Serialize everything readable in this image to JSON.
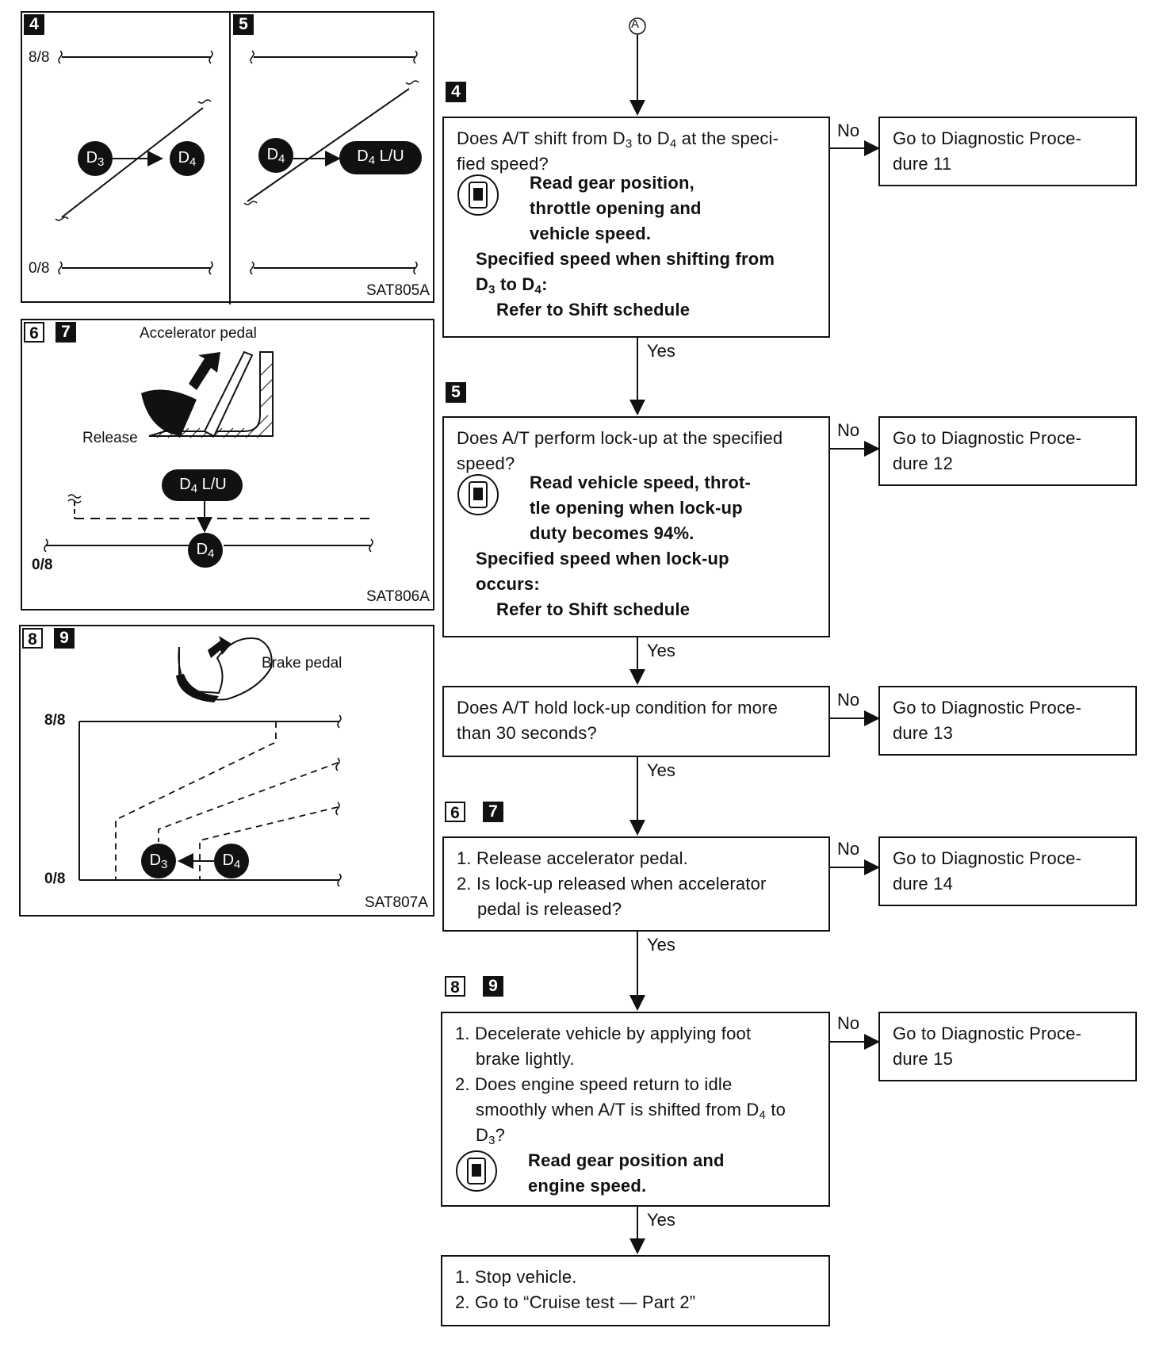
{
  "connector": "A",
  "yes": "Yes",
  "no": "No",
  "steps": {
    "s4": {
      "num": "4",
      "q_a": "Does A/T shift from D",
      "q_sub1": "3",
      "q_b": " to D",
      "q_sub2": "4",
      "q_c": " at the speci-",
      "q_d": "fied speed?",
      "read1": "Read gear position,",
      "read2": "throttle opening and",
      "read3": "vehicle speed.",
      "spec1": "Specified speed when shifting from",
      "spec2a": "D",
      "spec2s1": "3",
      "spec2b": " to D",
      "spec2s2": "4",
      "spec2c": ":",
      "ref": "Refer to Shift schedule",
      "goto1": "Go to Diagnostic Proce-",
      "goto2": "dure 11"
    },
    "s5": {
      "num": "5",
      "q1": "Does A/T perform lock-up at the specified",
      "q2": "speed?",
      "read1": "Read vehicle speed, throt-",
      "read2": "tle opening when lock-up",
      "read3": "duty becomes 94%.",
      "spec1": "Specified speed when lock-up",
      "spec2": "occurs:",
      "ref": "Refer to Shift schedule",
      "goto1": "Go to Diagnostic Proce-",
      "goto2": "dure 12"
    },
    "s_hold": {
      "q1": "Does A/T hold lock-up condition for more",
      "q2": "than 30 seconds?",
      "goto1": "Go to Diagnostic Proce-",
      "goto2": "dure 13"
    },
    "s67": {
      "num1": "6",
      "num2": "7",
      "l1": "1. Release accelerator pedal.",
      "l2": "2. Is lock-up released when accelerator",
      "l3": "pedal is released?",
      "goto1": "Go to Diagnostic Proce-",
      "goto2": "dure 14"
    },
    "s89": {
      "num1": "8",
      "num2": "9",
      "l1": "1. Decelerate vehicle by applying foot",
      "l2": "brake lightly.",
      "l3": "2. Does engine speed return to idle",
      "l4a": "smoothly when A/T is shifted from D",
      "l4s": "4",
      "l4b": " to",
      "l5a": "D",
      "l5s": "3",
      "l5b": "?",
      "read1": "Read gear position and",
      "read2": "engine speed.",
      "goto1": "Go to Diagnostic Proce-",
      "goto2": "dure 15"
    },
    "final": {
      "l1": "1. Stop vehicle.",
      "l2": "2. Go to “Cruise test — Part 2”"
    }
  },
  "panels": {
    "p45": {
      "num4": "4",
      "num5": "5",
      "top": "8/8",
      "bottom": "0/8",
      "d3": "D",
      "d3s": "3",
      "d4": "D",
      "d4s": "4",
      "d4lu": "D",
      "d4lus": "4",
      "lu": " L/U",
      "code": "SAT805A"
    },
    "p67": {
      "num6": "6",
      "num7": "7",
      "title": "Accelerator pedal",
      "release": "Release",
      "d4lu": "D",
      "d4lus": "4",
      "lu": " L/U",
      "d4": "D",
      "d4s": "4",
      "bottom": "0/8",
      "code": "SAT806A"
    },
    "p89": {
      "num8": "8",
      "num9": "9",
      "title": "Brake pedal",
      "top": "8/8",
      "bottom": "0/8",
      "d3": "D",
      "d3s": "3",
      "d4": "D",
      "d4s": "4",
      "code": "SAT807A"
    }
  }
}
